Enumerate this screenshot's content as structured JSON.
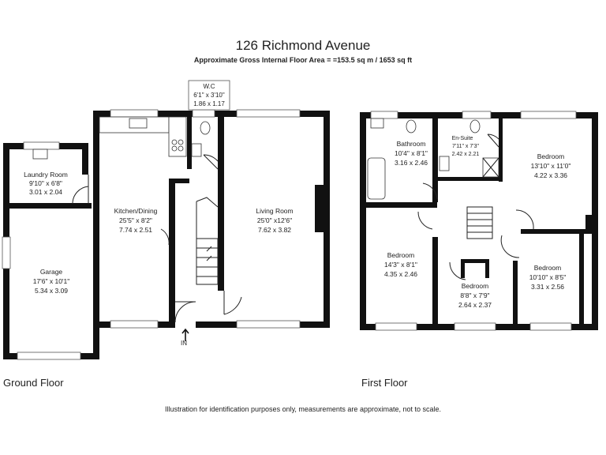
{
  "header": {
    "title": "126 Richmond Avenue",
    "subtitle": "Approximate Gross Internal Floor Area  = =153.5 sq m  / 1653 sq ft"
  },
  "ground_floor": {
    "label": "Ground Floor",
    "entrance": "IN",
    "rooms": {
      "wc": {
        "name": "W.C",
        "imperial": "6'1\" x 3'10\"",
        "metric": "1.86 x 1.17"
      },
      "laundry": {
        "name": "Laundry Room",
        "imperial": "9'10\" x 6'8\"",
        "metric": "3.01 x 2.04"
      },
      "garage": {
        "name": "Garage",
        "imperial": "17'6\" x 10'1\"",
        "metric": "5.34 x 3.09"
      },
      "kitchen": {
        "name": "Kitchen/Dining",
        "imperial": "25'5\" x 8'2\"",
        "metric": "7.74 x 2.51"
      },
      "living": {
        "name": "Living Room",
        "imperial": "25'0\" x12'6\"",
        "metric": "7.62 x 3.82"
      }
    }
  },
  "first_floor": {
    "label": "First Floor",
    "rooms": {
      "bathroom": {
        "name": "Bathroom",
        "imperial": "10'4\" x 8'1\"",
        "metric": "3.16 x 2.46"
      },
      "ensuite": {
        "name": "En-Suite",
        "imperial": "7'11\" x 7'3\"",
        "metric": "2.42 x 2.21"
      },
      "bedroom1": {
        "name": "Bedroom",
        "imperial": "13'10\" x 11'0\"",
        "metric": "4.22 x 3.36"
      },
      "bedroom2": {
        "name": "Bedroom",
        "imperial": "14'3\" x 8'1\"",
        "metric": "4.35 x 2.46"
      },
      "bedroom3": {
        "name": "Bedroom",
        "imperial": "8'8\" x 7'9\"",
        "metric": "2.64 x 2.37"
      },
      "bedroom4": {
        "name": "Bedroom",
        "imperial": "10'10\" x 8'5\"",
        "metric": "3.31 x 2.56"
      }
    }
  },
  "footer": {
    "disclaimer": "Illustration for identification purposes only, measurements are approximate, not to scale."
  }
}
